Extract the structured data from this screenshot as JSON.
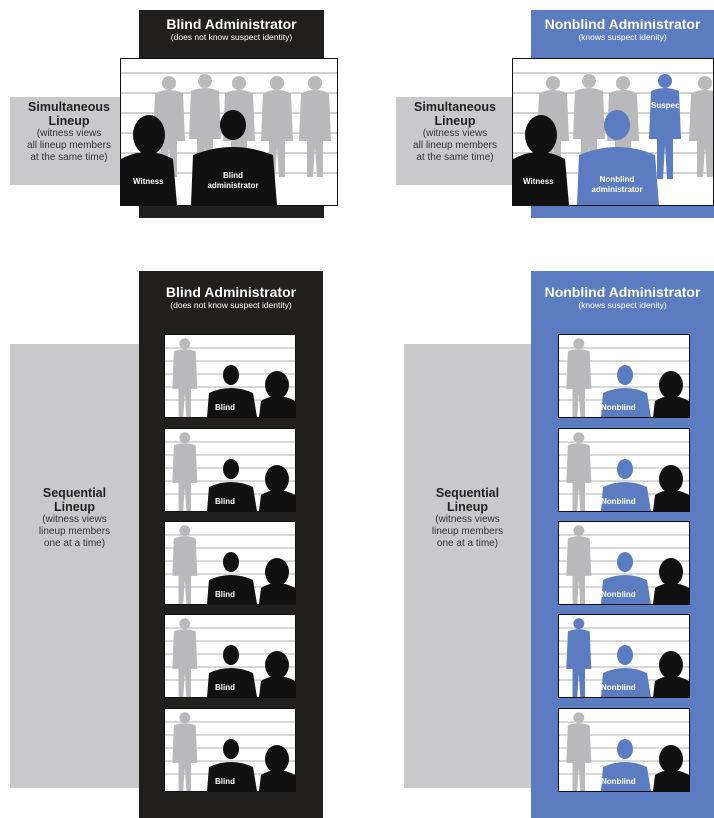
{
  "blind_header": {
    "title": "Blind Administrator",
    "subtitle": "(does not know suspect identity)"
  },
  "nonblind_header": {
    "title": "Nonblind Administrator",
    "subtitle": "(knows suspect idenity)"
  },
  "simultaneous": {
    "title_line1": "Simultaneous",
    "title_line2": "Lineup",
    "sub_lines": [
      "(witness views",
      "all lineup members",
      "at the same time)"
    ],
    "witness_label": "Witness",
    "blind_admin_label_1": "Blind",
    "blind_admin_label_2": "administrator",
    "nonblind_admin_label_1": "Nonblind",
    "nonblind_admin_label_2": "administrator",
    "suspect_label": "Suspect"
  },
  "sequential": {
    "title_line1": "Sequential",
    "title_line2": "Lineup",
    "sub_lines": [
      "(witness views",
      "lineup members",
      "one at a time)"
    ],
    "blind_frame_label": "Blind",
    "nonblind_frame_label": "Nonblind"
  },
  "colors": {
    "dark": "#221f1f",
    "blue": "#5b7cc0",
    "gray": "#c9c9cb",
    "lineup_gray": "#b9b9bb"
  }
}
